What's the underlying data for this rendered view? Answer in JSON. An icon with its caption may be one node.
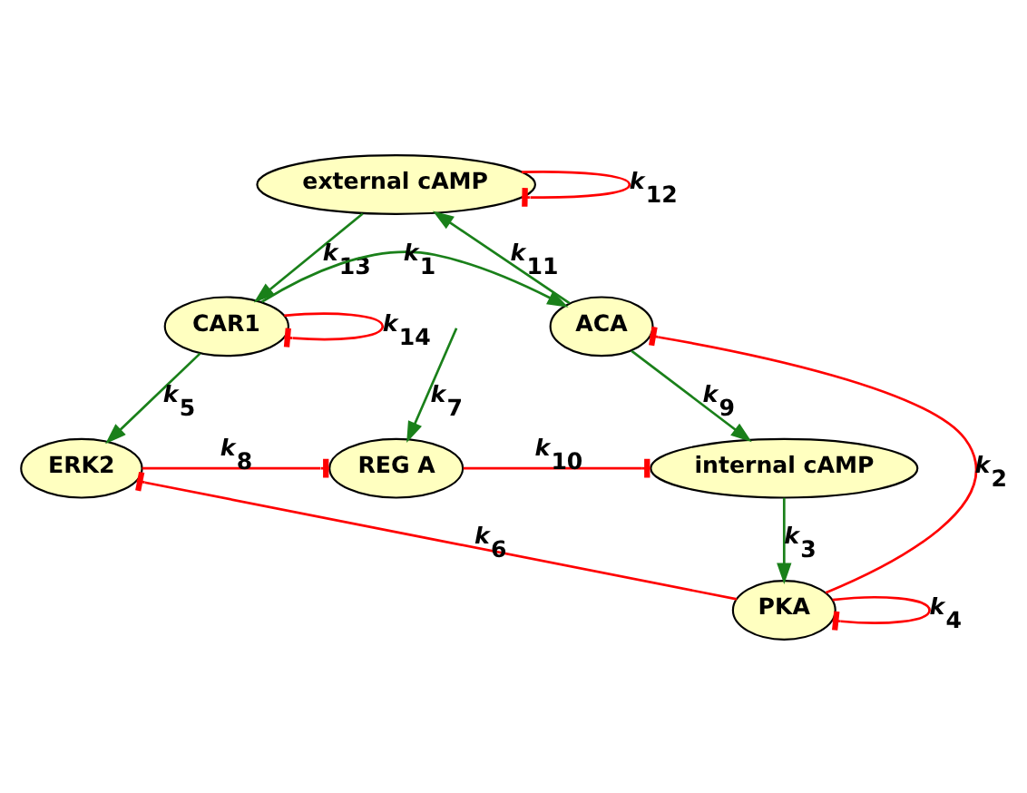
{
  "diagram": {
    "nodes": [
      {
        "text": [
          "external cAMP"
        ]
      },
      {
        "text": [
          "CAR1"
        ]
      },
      {
        "text": [
          "ACA"
        ]
      },
      {
        "text": [
          "ERK2"
        ]
      },
      {
        "text": [
          "REG A"
        ]
      },
      {
        "text": [
          "internal cAMP"
        ]
      },
      {
        "text": [
          "PKA"
        ]
      }
    ],
    "edges": [
      {
        "from": 0,
        "to": 0,
        "arrow": "other",
        "label": "*k*$_{12}$",
        "color": "#ff0000"
      },
      {
        "from": 0,
        "to": 1,
        "arrow": "to",
        "label": "*k*$_{13}$",
        "color": "#1a801a"
      },
      {
        "from": 2,
        "to": 0,
        "arrow": "to",
        "label": "*k*$_{11}$",
        "color": "#1a801a"
      },
      {
        "from": 1,
        "to": 1,
        "arrow": "other",
        "label": "*k*$_{14}$",
        "color": "#ff0000"
      },
      {
        "from": 1,
        "to": 2,
        "arrow": "to",
        "label": "*k*$_{1}$",
        "color": "#1a801a"
      },
      {
        "from": 1,
        "to": 3,
        "arrow": "to",
        "label": "*k*$_{5}$",
        "color": "#1a801a"
      },
      {
        "from": 2,
        "to": 5,
        "arrow": "to",
        "label": "*k*$_{9}$",
        "color": "#1a801a"
      },
      {
        "from": 3,
        "to": 4,
        "arrow": "other",
        "label": "*k*$_{8}$",
        "color": "#ff0000"
      },
      {
        "from": 4,
        "to": 5,
        "arrow": "other",
        "label": "*k*$_{10}$",
        "color": "#ff0000"
      },
      {
        "from": 6,
        "to": 2,
        "arrow": "other",
        "label": "*k*$_{2}$",
        "color": "#ff0000"
      },
      {
        "from": null,
        "to": 4,
        "arrow": "to",
        "label": "*k*$_{7}$",
        "color": "#1a801a"
      },
      {
        "from": 5,
        "to": 6,
        "arrow": "to",
        "label": "*k*$_{3}$",
        "color": "#1a801a"
      },
      {
        "from": 6,
        "to": 3,
        "arrow": "other",
        "label": "*k*$_{6}$",
        "color": "#ff0000"
      },
      {
        "from": 6,
        "to": 6,
        "arrow": "other",
        "label": "*k*$_{4}$",
        "color": "#ff0000"
      }
    ]
  }
}
